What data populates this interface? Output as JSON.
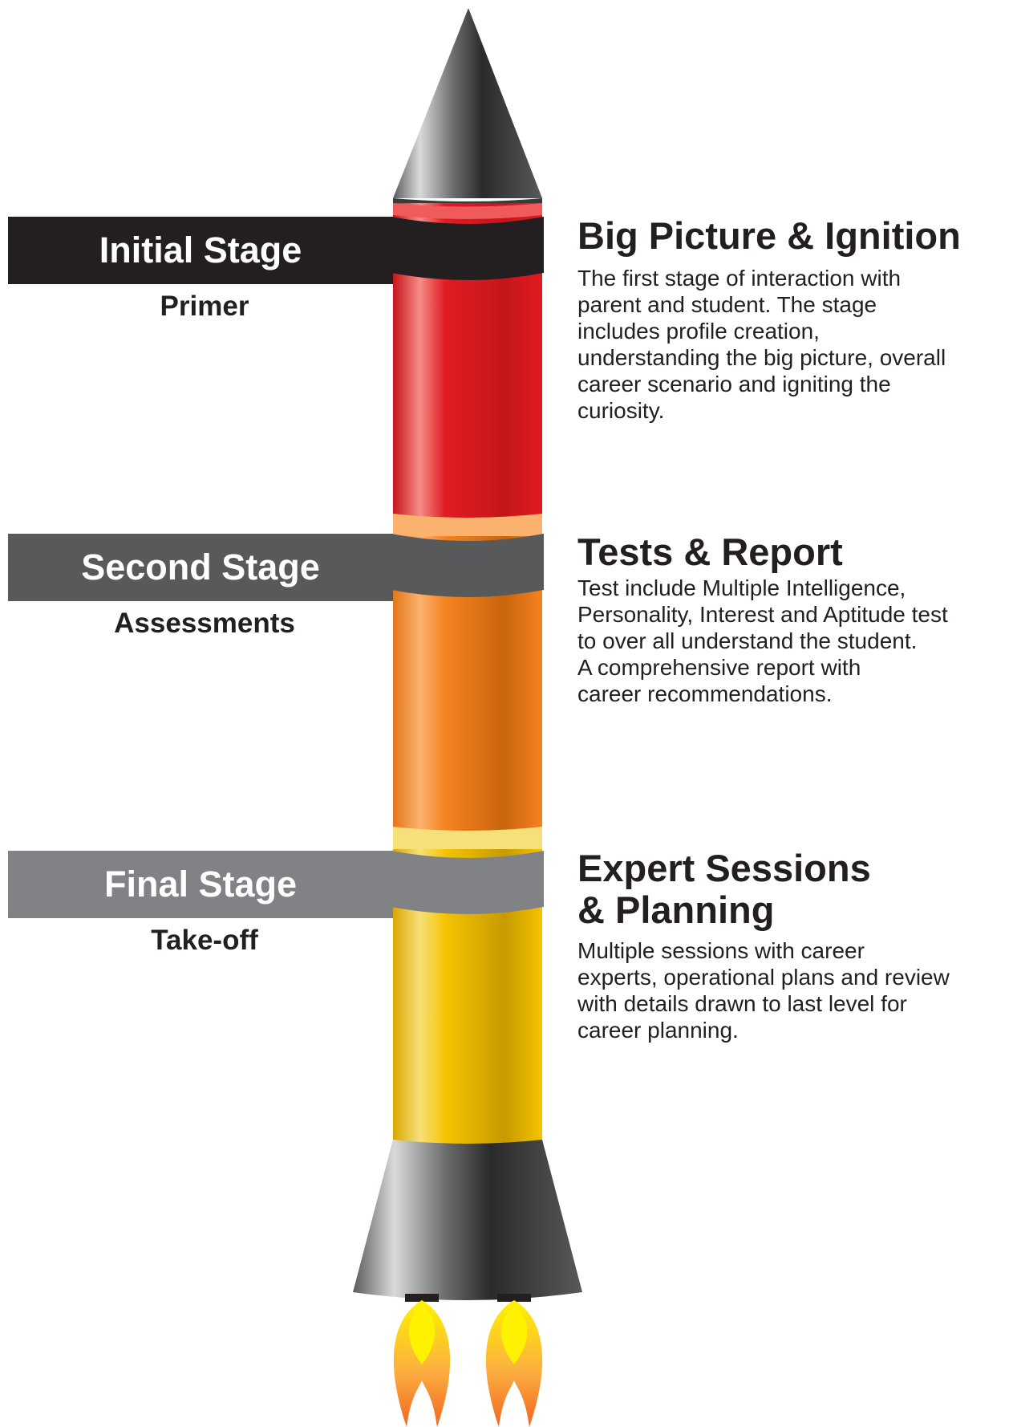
{
  "stages": [
    {
      "name": "Initial Stage",
      "subtitle": "Primer",
      "title": "Big Picture & Ignition",
      "description": "The first stage of interaction with\nparent and student. The stage\nincludes profile creation,\nunderstanding the big picture, overall\ncareer scenario and igniting the\ncuriosity.",
      "band_color": "#231f20",
      "rocket_color": "#e11b22"
    },
    {
      "name": "Second Stage",
      "subtitle": "Assessments",
      "title": "Tests & Report",
      "description": "Test include Multiple Intelligence,\nPersonality, Interest and Aptitude test\nto over all understand the student.\nA comprehensive report with\ncareer recommendations.",
      "band_color": "#58595b",
      "rocket_color": "#f58220"
    },
    {
      "name": "Final Stage",
      "subtitle": "Take-off",
      "title": "Expert Sessions\n& Planning",
      "description": "Multiple sessions with career\nexperts, operational plans and review\nwith details drawn to last level for\ncareer planning.",
      "band_color": "#808285",
      "rocket_color": "#f5c400"
    }
  ],
  "icons": [
    "rocket-nose-icon",
    "rocket-nozzle-icon",
    "flame-icon"
  ]
}
